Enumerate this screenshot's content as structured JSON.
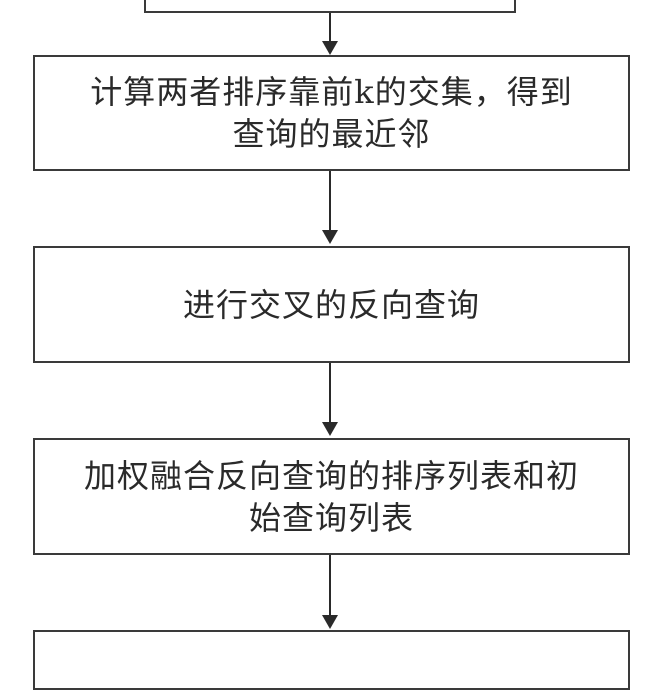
{
  "flowchart": {
    "steps": [
      {
        "text": ""
      },
      {
        "text": "计算两者排序靠前k的交集，得到\n查询的最近邻"
      },
      {
        "text": "进行交叉的反向查询"
      },
      {
        "text": "加权融合反向查询的排序列表和初\n始查询列表"
      },
      {
        "text": ""
      }
    ]
  }
}
